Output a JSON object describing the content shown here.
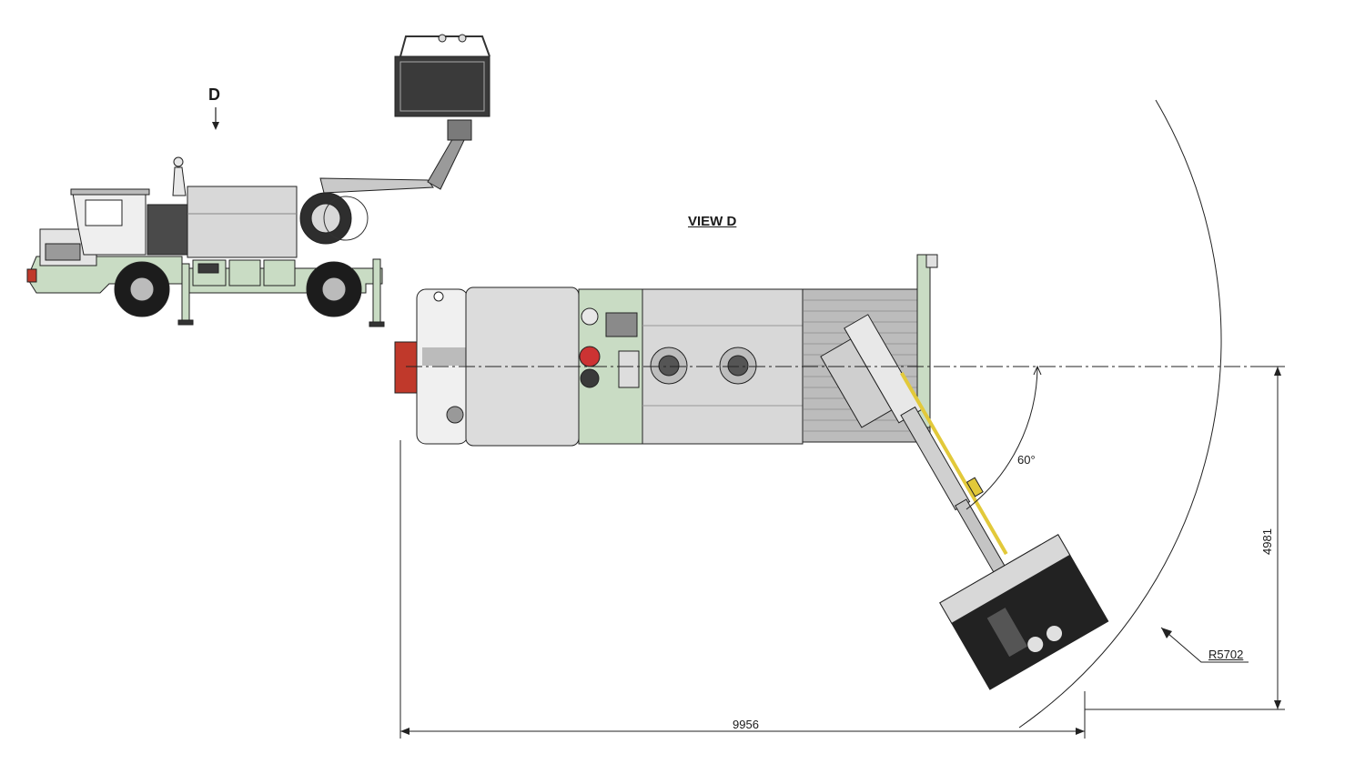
{
  "labels": {
    "view_marker": "D",
    "view_title": "VIEW D",
    "boom_angle": "60°",
    "swing_radius": "R5702",
    "overall_length": "9956",
    "overall_width": "4981"
  },
  "colors": {
    "frame_green": "#c9dcc4",
    "tank_grey": "#d8d8d8",
    "dark_metal": "#3a3a3a",
    "line": "#222222",
    "hazard_yellow": "#e2c93a",
    "tail_red": "#c0392b"
  }
}
